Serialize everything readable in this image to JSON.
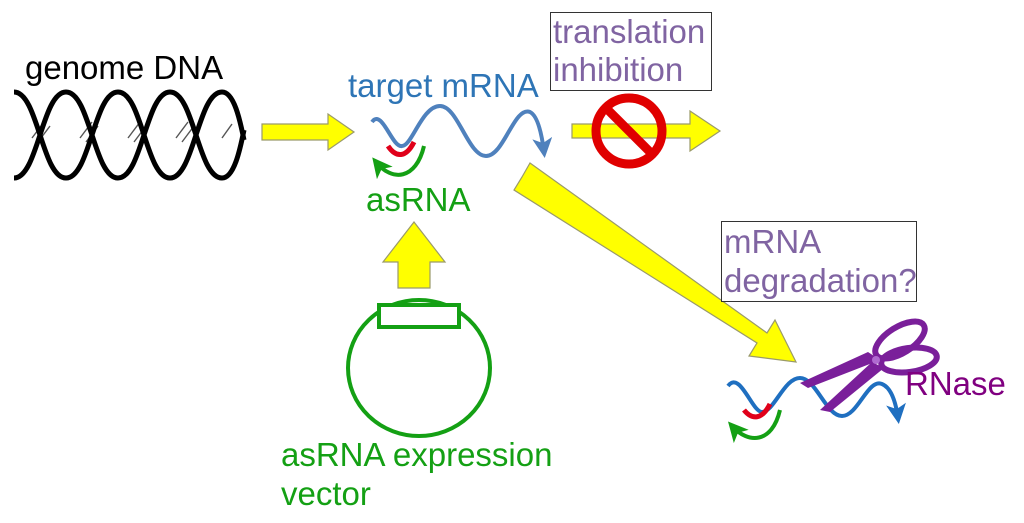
{
  "labels": {
    "genome_dna": "genome DNA",
    "target_mrna": "target mRNA",
    "asrna": "asRNA",
    "translation_line1": "translation",
    "translation_line2": "inhibition",
    "degradation_line1": "mRNA",
    "degradation_line2": "degradation?",
    "rnase": "RNase",
    "vector_line1": "asRNA expression",
    "vector_line2": "vector"
  },
  "colors": {
    "black": "#000000",
    "mrna_blue": "#4f81bd",
    "label_blue": "#2e75b6",
    "asrna_green": "#14a014",
    "sense_red": "#e0001a",
    "arrow_yellow": "#ffff00",
    "arrow_outline": "#9a9a6a",
    "box_purple": "#8064a2",
    "rnase_purple": "#800080",
    "scissors_purple": "#7a1f9a",
    "stop_red": "#e00000"
  },
  "icons": [
    "dna-double-helix-icon",
    "no-entry-icon",
    "scissors-icon",
    "plasmid-vector-icon"
  ]
}
